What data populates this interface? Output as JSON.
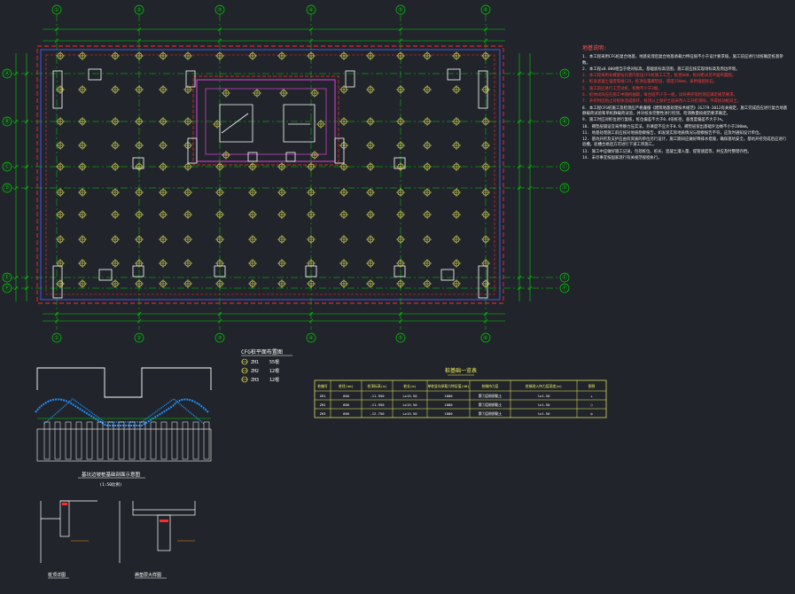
{
  "grid": {
    "cols": [
      "①",
      "②",
      "③",
      "④",
      "⑤",
      "⑥",
      "⑦"
    ],
    "rows": [
      "Ⓐ",
      "Ⓑ",
      "Ⓒ",
      "Ⓓ",
      "Ⓔ",
      "Ⓕ"
    ]
  },
  "pile_legend": {
    "title": "CFG桩平面布置图",
    "items": [
      {
        "code": "ZH1",
        "count": "55根"
      },
      {
        "code": "ZH2",
        "count": "12根"
      },
      {
        "code": "ZH3",
        "count": "12根"
      }
    ]
  },
  "pile_table": {
    "title": "桩基础一览表",
    "headers": [
      "桩编号",
      "桩径(mm)",
      "桩顶标高(m)",
      "桩长(m)",
      "单桩竖向承载力特征值(kN)",
      "桩端持力层",
      "桩端进入持力层深度(m)",
      "图例"
    ],
    "rows": [
      [
        "ZH1",
        "600",
        "-11.950",
        "L≥15.50",
        "1800",
        "第⑦层粉质黏土",
        "l≥1.50",
        "+"
      ],
      [
        "ZH2",
        "600",
        "-11.950",
        "L≥15.50",
        "1800",
        "第⑦层粉质黏土",
        "l≥1.50",
        "○"
      ],
      [
        "ZH3",
        "600",
        "-12.750",
        "L≥15.50",
        "1800",
        "第⑦层粉质黏土",
        "l≥1.50",
        "◎"
      ]
    ]
  },
  "details": {
    "section_title": "基坑边坡桩基础剖面示意图",
    "section_subtitle": "(1:50比例)",
    "detail_left": "桩顶详图",
    "detail_right": "褥垫层大样图"
  },
  "notes": {
    "title": "地基说明:",
    "items": [
      {
        "text": "1. 本工程采用CFG桩复合地基，地基处理后复合地基承载力特征值不小于设计要求值，施工前应进行试桩确定桩基参数。",
        "red": false
      },
      {
        "text": "2. 本工程±0.000相当于绝对标高，基础底标高见图，施工前应核实现场标高及周边环境。",
        "red": false
      },
      {
        "text": "3. 本工程采用长螺旋钻孔管内泵压CFG桩施工工艺，桩径600，桩间距详见平面布置图。",
        "red": true
      },
      {
        "text": "4. 桩身混凝土强度等级C25，桩顶设置褥垫层，厚度250mm，采用级配砂石。",
        "red": true
      },
      {
        "text": "5. 施工前应进行工艺试桩，桩数不少于3根。",
        "red": true
      },
      {
        "text": "6. 桩体试块应在施工中随机抽取，每台班不少于一组，试块养护及检测应满足规范要求。",
        "red": true
      },
      {
        "text": "7. 开挖时应防止对桩体造成损坏，桩顶以上保护土层采用人工开挖清除，不得扰动桩间土。",
        "red": true
      },
      {
        "text": "8. 本工程CFG桩施工及检测应严格遵循《建筑地基处理技术规范》JGJ79-2012有关规定，施工完成后应进行复合地基静载荷试验和单桩静载荷试验，并对桩身完整性进行检测，检测数量按规范要求确定。",
        "red": false
      },
      {
        "text": "9. 施工时应对桩位进行复核，桩位偏差不大于0.4倍桩径，垂直度偏差不大于1%。",
        "red": false
      },
      {
        "text": "10. 褥垫层铺设宜采用静力压实法，夯填度不应大于0.9，褥垫层宽出基础外边缘不小于200mm。",
        "red": false
      },
      {
        "text": "11. 地基处理施工前应核对地质勘察报告，如发现实际地质情况与勘察报告不符，应及时通知设计单位。",
        "red": false
      },
      {
        "text": "12. 基坑开挖及支护应由有资质的单位另行设计，施工期间应做好降排水措施，确保基坑安全。基坑开挖完成后应进行验槽，验槽合格后方可进行下道工序施工。",
        "red": false
      },
      {
        "text": "13. 施工中应做好施工记录，包括桩位、桩长、混凝土灌入量、提管速度等，并应及时整理存档。",
        "red": false
      },
      {
        "text": "14. 未尽事宜按国家现行有关规范规程执行。",
        "red": false
      }
    ]
  },
  "colors": {
    "background": "#21252b",
    "axis": "#00d400",
    "pile": "#f2f25c",
    "wall": "#ffffff",
    "boundary_red": "#ff2a2a",
    "boundary_blue": "#4a5bff",
    "core": "#e040e0",
    "hatch": "#1e90ff"
  }
}
